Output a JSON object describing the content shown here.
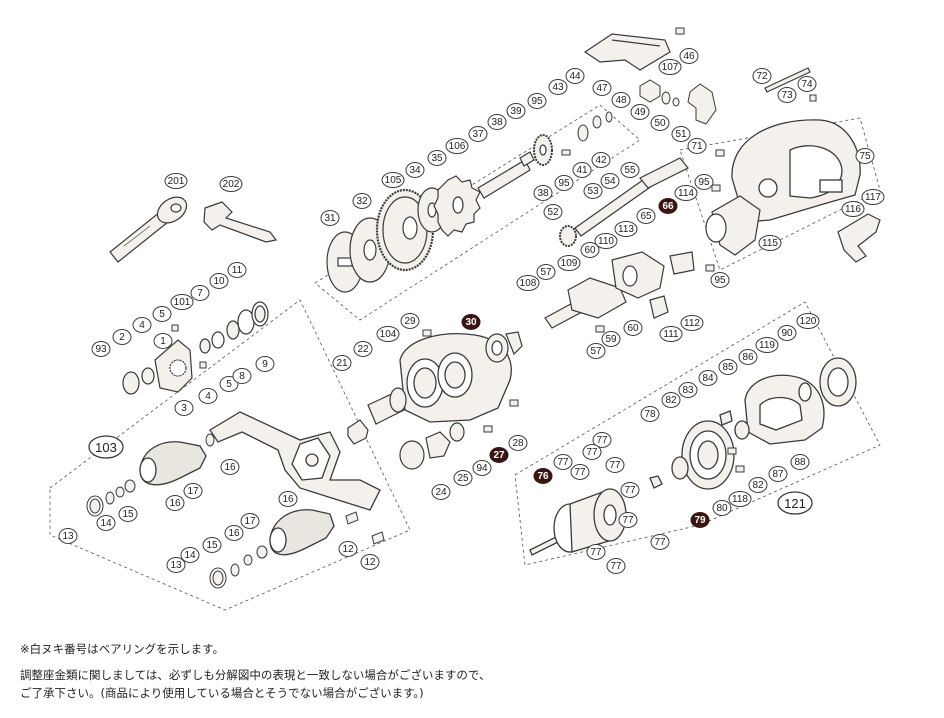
{
  "diagram": {
    "subject": "Baitcasting reel exploded parts diagram",
    "callouts": [
      {
        "label": "1",
        "shape": "pill"
      },
      {
        "label": "2",
        "shape": "pill"
      },
      {
        "label": "3",
        "shape": "pill"
      },
      {
        "label": "4",
        "shape": "pill"
      },
      {
        "label": "5",
        "shape": "pill"
      },
      {
        "label": "7",
        "shape": "pill"
      },
      {
        "label": "8",
        "shape": "pill"
      },
      {
        "label": "9",
        "shape": "pill"
      },
      {
        "label": "10",
        "shape": "pill"
      },
      {
        "label": "11",
        "shape": "pill"
      },
      {
        "label": "12",
        "shape": "pill"
      },
      {
        "label": "13",
        "shape": "pill"
      },
      {
        "label": "14",
        "shape": "pill"
      },
      {
        "label": "15",
        "shape": "pill"
      },
      {
        "label": "16",
        "shape": "pill"
      },
      {
        "label": "17",
        "shape": "pill"
      },
      {
        "label": "21",
        "shape": "pill"
      },
      {
        "label": "22",
        "shape": "pill"
      },
      {
        "label": "24",
        "shape": "pill"
      },
      {
        "label": "25",
        "shape": "pill"
      },
      {
        "label": "27",
        "shape": "bearing"
      },
      {
        "label": "28",
        "shape": "pill"
      },
      {
        "label": "29",
        "shape": "pill"
      },
      {
        "label": "30",
        "shape": "bearing"
      },
      {
        "label": "31",
        "shape": "pill"
      },
      {
        "label": "32",
        "shape": "pill"
      },
      {
        "label": "34",
        "shape": "pill"
      },
      {
        "label": "35",
        "shape": "pill"
      },
      {
        "label": "37",
        "shape": "pill"
      },
      {
        "label": "38",
        "shape": "pill"
      },
      {
        "label": "39",
        "shape": "pill"
      },
      {
        "label": "41",
        "shape": "pill"
      },
      {
        "label": "42",
        "shape": "pill"
      },
      {
        "label": "43",
        "shape": "pill"
      },
      {
        "label": "44",
        "shape": "pill"
      },
      {
        "label": "46",
        "shape": "pill"
      },
      {
        "label": "47",
        "shape": "pill"
      },
      {
        "label": "48",
        "shape": "pill"
      },
      {
        "label": "49",
        "shape": "pill"
      },
      {
        "label": "50",
        "shape": "pill"
      },
      {
        "label": "51",
        "shape": "pill"
      },
      {
        "label": "52",
        "shape": "pill"
      },
      {
        "label": "53",
        "shape": "pill"
      },
      {
        "label": "54",
        "shape": "pill"
      },
      {
        "label": "55",
        "shape": "pill"
      },
      {
        "label": "57",
        "shape": "pill"
      },
      {
        "label": "59",
        "shape": "pill"
      },
      {
        "label": "60",
        "shape": "pill"
      },
      {
        "label": "65",
        "shape": "pill"
      },
      {
        "label": "66",
        "shape": "bearing"
      },
      {
        "label": "71",
        "shape": "pill"
      },
      {
        "label": "72",
        "shape": "pill"
      },
      {
        "label": "73",
        "shape": "pill"
      },
      {
        "label": "74",
        "shape": "pill"
      },
      {
        "label": "75",
        "shape": "pill"
      },
      {
        "label": "76",
        "shape": "bearing"
      },
      {
        "label": "77",
        "shape": "pill"
      },
      {
        "label": "78",
        "shape": "pill"
      },
      {
        "label": "79",
        "shape": "bearing"
      },
      {
        "label": "80",
        "shape": "pill"
      },
      {
        "label": "82",
        "shape": "pill"
      },
      {
        "label": "83",
        "shape": "pill"
      },
      {
        "label": "84",
        "shape": "pill"
      },
      {
        "label": "85",
        "shape": "pill"
      },
      {
        "label": "86",
        "shape": "pill"
      },
      {
        "label": "87",
        "shape": "pill"
      },
      {
        "label": "88",
        "shape": "pill"
      },
      {
        "label": "90",
        "shape": "pill"
      },
      {
        "label": "93",
        "shape": "pill"
      },
      {
        "label": "94",
        "shape": "pill"
      },
      {
        "label": "95",
        "shape": "pill"
      },
      {
        "label": "101",
        "shape": "pill"
      },
      {
        "label": "103",
        "shape": "group"
      },
      {
        "label": "104",
        "shape": "pill"
      },
      {
        "label": "105",
        "shape": "pill"
      },
      {
        "label": "106",
        "shape": "pill"
      },
      {
        "label": "107",
        "shape": "pill"
      },
      {
        "label": "108",
        "shape": "pill"
      },
      {
        "label": "109",
        "shape": "pill"
      },
      {
        "label": "110",
        "shape": "pill"
      },
      {
        "label": "111",
        "shape": "pill"
      },
      {
        "label": "112",
        "shape": "pill"
      },
      {
        "label": "113",
        "shape": "pill"
      },
      {
        "label": "114",
        "shape": "pill"
      },
      {
        "label": "115",
        "shape": "pill"
      },
      {
        "label": "116",
        "shape": "pill"
      },
      {
        "label": "117",
        "shape": "pill"
      },
      {
        "label": "118",
        "shape": "pill"
      },
      {
        "label": "119",
        "shape": "pill"
      },
      {
        "label": "120",
        "shape": "pill"
      },
      {
        "label": "121",
        "shape": "group"
      },
      {
        "label": "201",
        "shape": "pill"
      },
      {
        "label": "202",
        "shape": "pill"
      }
    ]
  },
  "notes": {
    "bearing_note": "※白ヌキ番号はベアリングを示します。",
    "disclaimer_line1": "調整座金類に関しましては、必ずしも分解図中の表現と一致しない場合がございますので、",
    "disclaimer_line2": "ご了承下さい。(商品により使用している場合とそうでない場合がございます。)"
  },
  "colors": {
    "line": "#3a3a3a",
    "part_fill": "#f4f1ec",
    "bearing_fill": "#3b1512",
    "bearing_text": "#ffffff",
    "grip_fill": "#e9e6e0"
  }
}
